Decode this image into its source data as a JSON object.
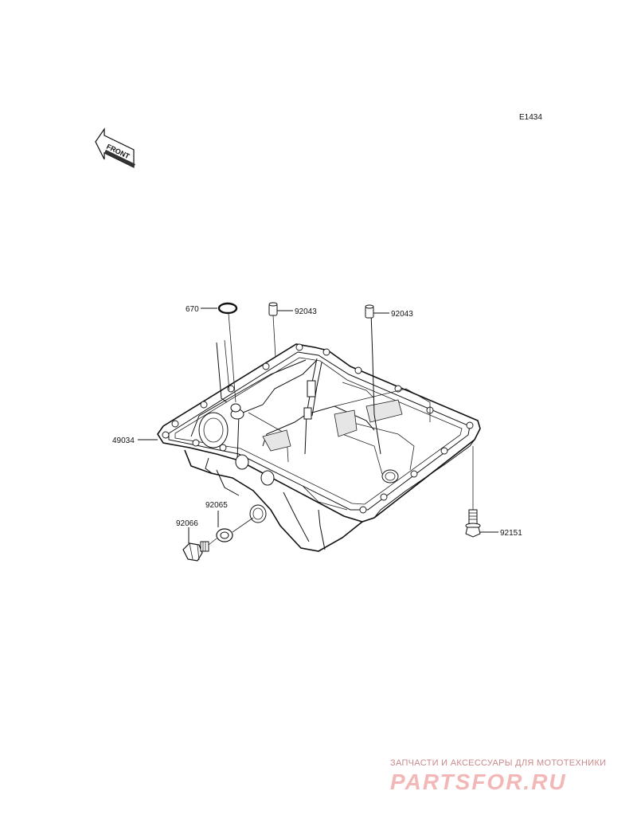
{
  "diagram_code": "E1434",
  "front_marker": "FRONT",
  "parts": [
    {
      "id": "o-ring",
      "label": "670"
    },
    {
      "id": "dowel-pin-left",
      "label": "92043"
    },
    {
      "id": "dowel-pin-right",
      "label": "92043"
    },
    {
      "id": "oil-pan",
      "label": "49034"
    },
    {
      "id": "washer",
      "label": "92065"
    },
    {
      "id": "drain-plug",
      "label": "92066"
    },
    {
      "id": "bolt",
      "label": "92151"
    }
  ],
  "watermark": {
    "tagline": "ЗАПЧАСТИ И АКСЕССУАРЫ ДЛЯ МОТОТЕХНИКИ",
    "logo": "PARTSFOR.RU"
  }
}
